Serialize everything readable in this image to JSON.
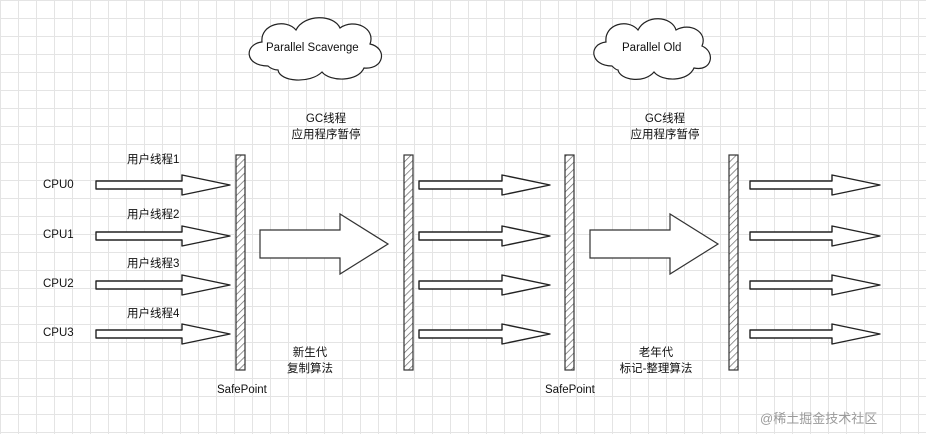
{
  "clouds": {
    "left": "Parallel Scavenge",
    "right": "Parallel Old"
  },
  "gc_labels": {
    "left": {
      "line1": "GC线程",
      "line2": "应用程序暂停"
    },
    "right": {
      "line1": "GC线程",
      "line2": "应用程序暂停"
    }
  },
  "cpus": [
    "CPU0",
    "CPU1",
    "CPU2",
    "CPU3"
  ],
  "threads": [
    "用户线程1",
    "用户线程2",
    "用户线程3",
    "用户线程4"
  ],
  "algorithms": {
    "left": {
      "line1": "新生代",
      "line2": "复制算法"
    },
    "right": {
      "line1": "老年代",
      "line2": "标记-整理算法"
    }
  },
  "safepoint": {
    "left": "SafePoint",
    "right": "SafePoint"
  },
  "watermark": "@稀土掘金技术社区"
}
